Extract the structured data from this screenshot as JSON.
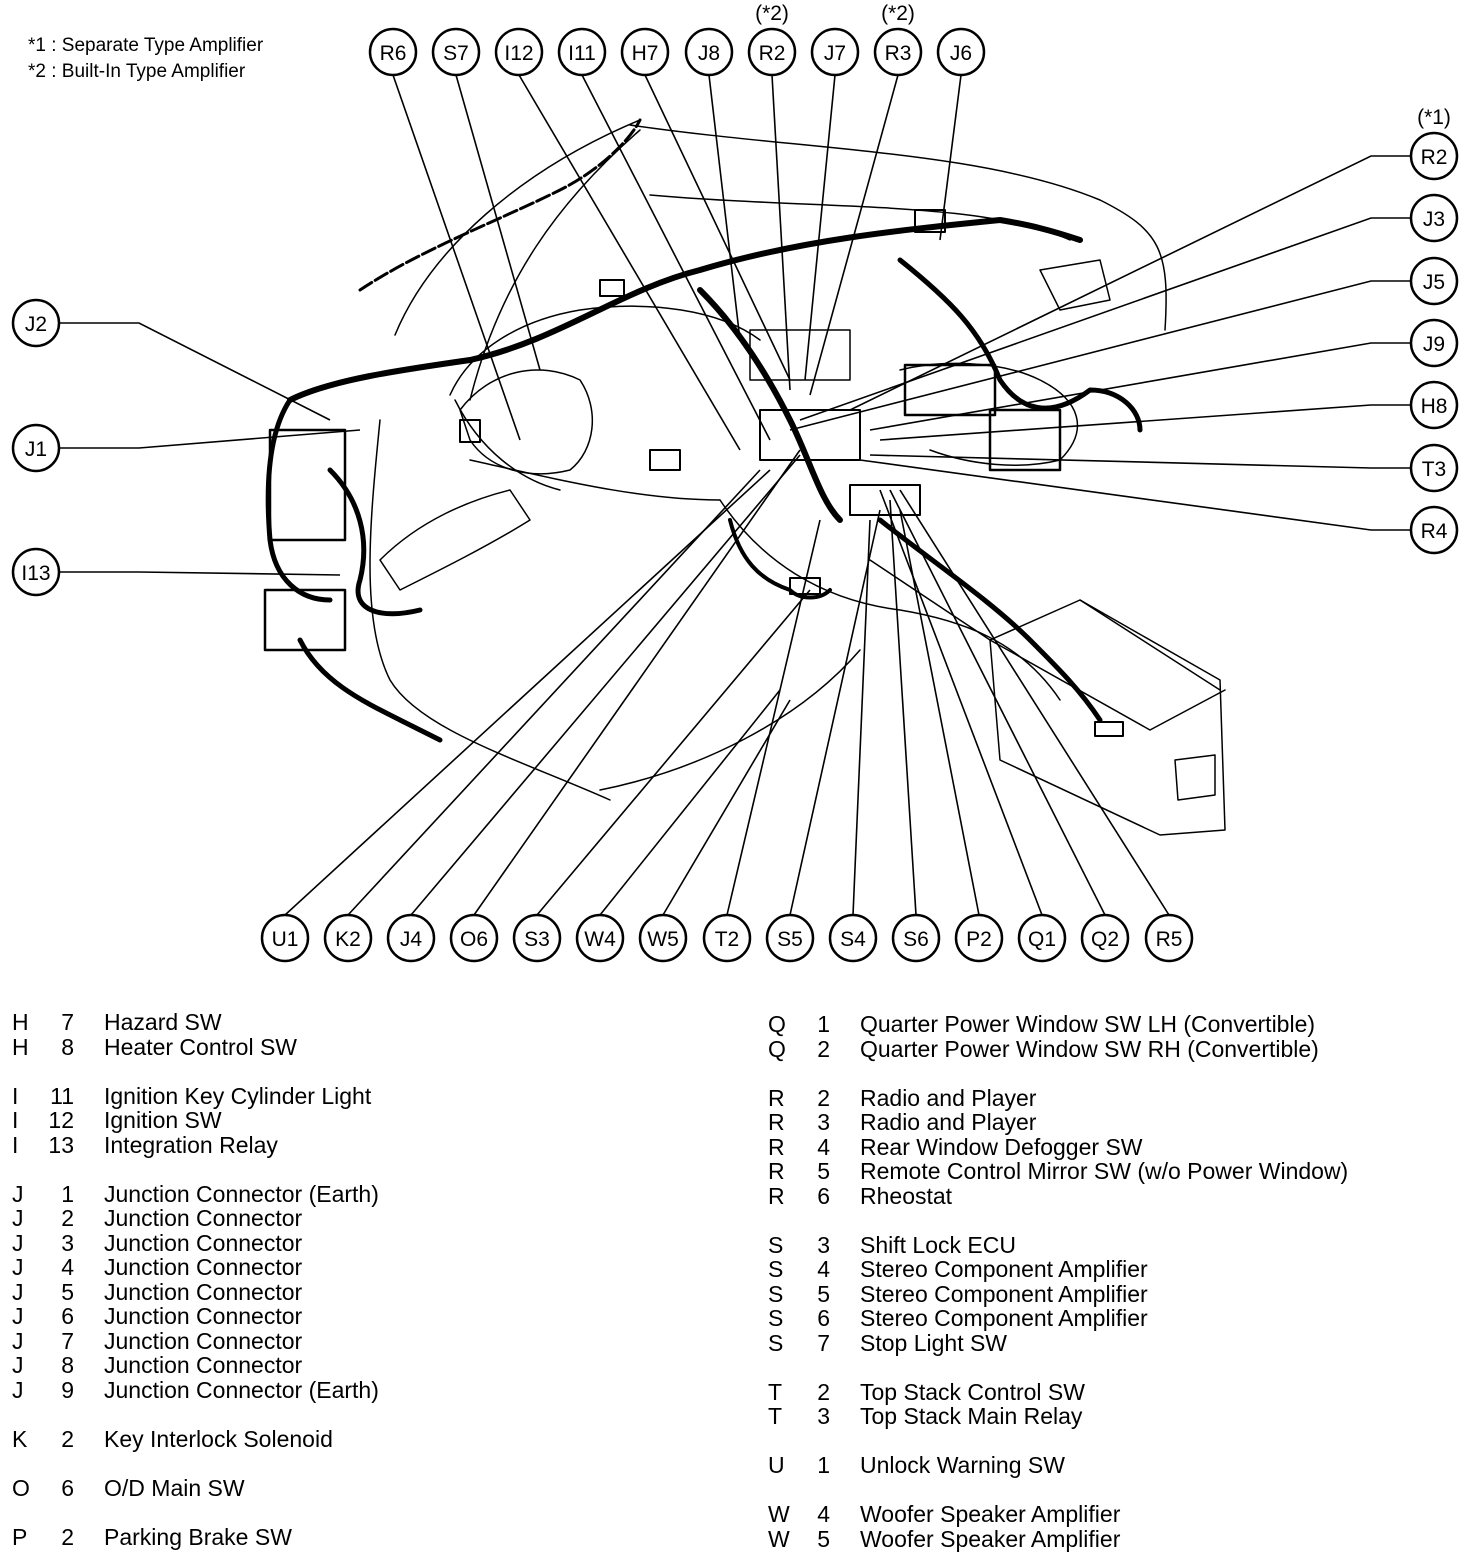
{
  "notes": [
    "*1 : Separate Type Amplifier",
    "*2 : Built-In Type Amplifier"
  ],
  "callouts": {
    "top": [
      "R6",
      "S7",
      "I12",
      "I11",
      "H7",
      "J8",
      "R2",
      "J7",
      "R3",
      "J6"
    ],
    "top_marks": {
      "R2": "(*2)",
      "R3": "(*2)"
    },
    "right": [
      "R2",
      "J3",
      "J5",
      "J9",
      "H8",
      "T3",
      "R4"
    ],
    "right_marks": {
      "R2": "(*1)"
    },
    "left": [
      "J2",
      "J1",
      "I13"
    ],
    "bottom": [
      "U1",
      "K2",
      "J4",
      "O6",
      "S3",
      "W4",
      "W5",
      "T2",
      "S5",
      "S4",
      "S6",
      "P2",
      "Q1",
      "Q2",
      "R5"
    ]
  },
  "legend_left": [
    [
      {
        "letter": "H",
        "num": "7",
        "desc": "Hazard SW"
      },
      {
        "letter": "H",
        "num": "8",
        "desc": "Heater Control SW"
      }
    ],
    [
      {
        "letter": "I",
        "num": "11",
        "desc": "Ignition Key Cylinder Light"
      },
      {
        "letter": "I",
        "num": "12",
        "desc": "Ignition SW"
      },
      {
        "letter": "I",
        "num": "13",
        "desc": "Integration Relay"
      }
    ],
    [
      {
        "letter": "J",
        "num": "1",
        "desc": "Junction Connector (Earth)"
      },
      {
        "letter": "J",
        "num": "2",
        "desc": "Junction Connector"
      },
      {
        "letter": "J",
        "num": "3",
        "desc": "Junction Connector"
      },
      {
        "letter": "J",
        "num": "4",
        "desc": "Junction Connector"
      },
      {
        "letter": "J",
        "num": "5",
        "desc": "Junction Connector"
      },
      {
        "letter": "J",
        "num": "6",
        "desc": "Junction Connector"
      },
      {
        "letter": "J",
        "num": "7",
        "desc": "Junction Connector"
      },
      {
        "letter": "J",
        "num": "8",
        "desc": "Junction Connector"
      },
      {
        "letter": "J",
        "num": "9",
        "desc": "Junction Connector (Earth)"
      }
    ],
    [
      {
        "letter": "K",
        "num": "2",
        "desc": "Key Interlock Solenoid"
      }
    ],
    [
      {
        "letter": "O",
        "num": "6",
        "desc": "O/D Main SW"
      }
    ],
    [
      {
        "letter": "P",
        "num": "2",
        "desc": "Parking Brake SW"
      }
    ]
  ],
  "legend_right": [
    [
      {
        "letter": "Q",
        "num": "1",
        "desc": "Quarter Power Window SW LH (Convertible)"
      },
      {
        "letter": "Q",
        "num": "2",
        "desc": "Quarter Power Window SW RH (Convertible)"
      }
    ],
    [
      {
        "letter": "R",
        "num": "2",
        "desc": "Radio and Player"
      },
      {
        "letter": "R",
        "num": "3",
        "desc": "Radio and Player"
      },
      {
        "letter": "R",
        "num": "4",
        "desc": "Rear Window Defogger SW"
      },
      {
        "letter": "R",
        "num": "5",
        "desc": "Remote Control Mirror SW (w/o Power Window)"
      },
      {
        "letter": "R",
        "num": "6",
        "desc": "Rheostat"
      }
    ],
    [
      {
        "letter": "S",
        "num": "3",
        "desc": "Shift Lock ECU"
      },
      {
        "letter": "S",
        "num": "4",
        "desc": "Stereo Component Amplifier"
      },
      {
        "letter": "S",
        "num": "5",
        "desc": "Stereo Component Amplifier"
      },
      {
        "letter": "S",
        "num": "6",
        "desc": "Stereo Component Amplifier"
      },
      {
        "letter": "S",
        "num": "7",
        "desc": "Stop Light SW"
      }
    ],
    [
      {
        "letter": "T",
        "num": "2",
        "desc": "Top Stack Control SW"
      },
      {
        "letter": "T",
        "num": "3",
        "desc": "Top Stack Main Relay"
      }
    ],
    [
      {
        "letter": "U",
        "num": "1",
        "desc": "Unlock Warning SW"
      }
    ],
    [
      {
        "letter": "W",
        "num": "4",
        "desc": "Woofer Speaker Amplifier"
      },
      {
        "letter": "W",
        "num": "5",
        "desc": "Woofer Speaker Amplifier"
      }
    ]
  ]
}
